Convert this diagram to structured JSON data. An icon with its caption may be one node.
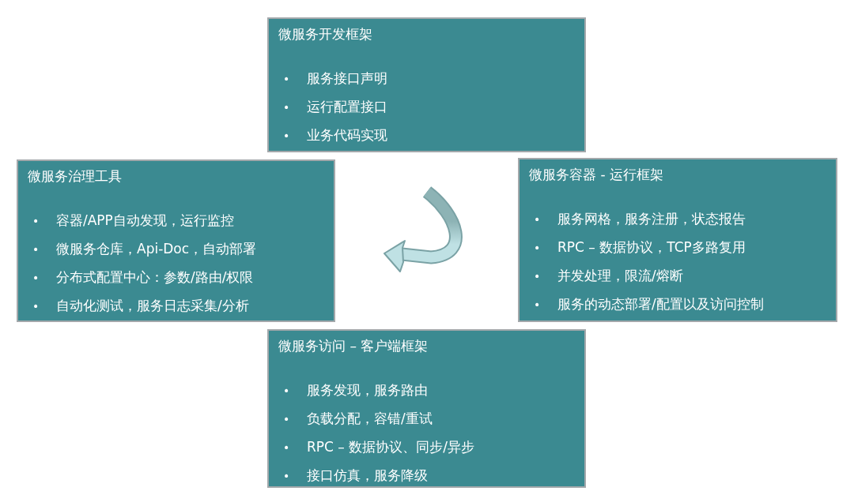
{
  "diagram": {
    "nodes": [
      {
        "text": [
          "微服务开发框架",
          "•",
          "服务接口声明",
          "•",
          "运行配置接口",
          "•",
          "业务代码实现"
        ]
      },
      {
        "text": [
          "微服务治理工具",
          "•",
          "容器/APP自动发现，运行监控",
          "•",
          "微服务仓库，Api-Doc，自动部署",
          "•",
          "分布式配置中心：参数/路由/权限",
          "•",
          "自动化测试，服务日志采集/分析"
        ]
      },
      {
        "text": [
          "微服务容器 - 运行框架",
          "•",
          "服务网格，服务注册，状态报告",
          "•",
          "RPC – 数据协议，TCP多路复用",
          "•",
          "并发处理，限流/熔断",
          "•",
          "服务的动态部署/配置以及访问控制"
        ]
      },
      {
        "text": [
          "微服务访问 – 客户端框架",
          "•",
          "服务发现，服务路由",
          "•",
          "负载分配，容错/重试",
          "•",
          "RPC – 数据协议、同步/异步",
          "•",
          "接口仿真，服务降级"
        ]
      }
    ]
  }
}
